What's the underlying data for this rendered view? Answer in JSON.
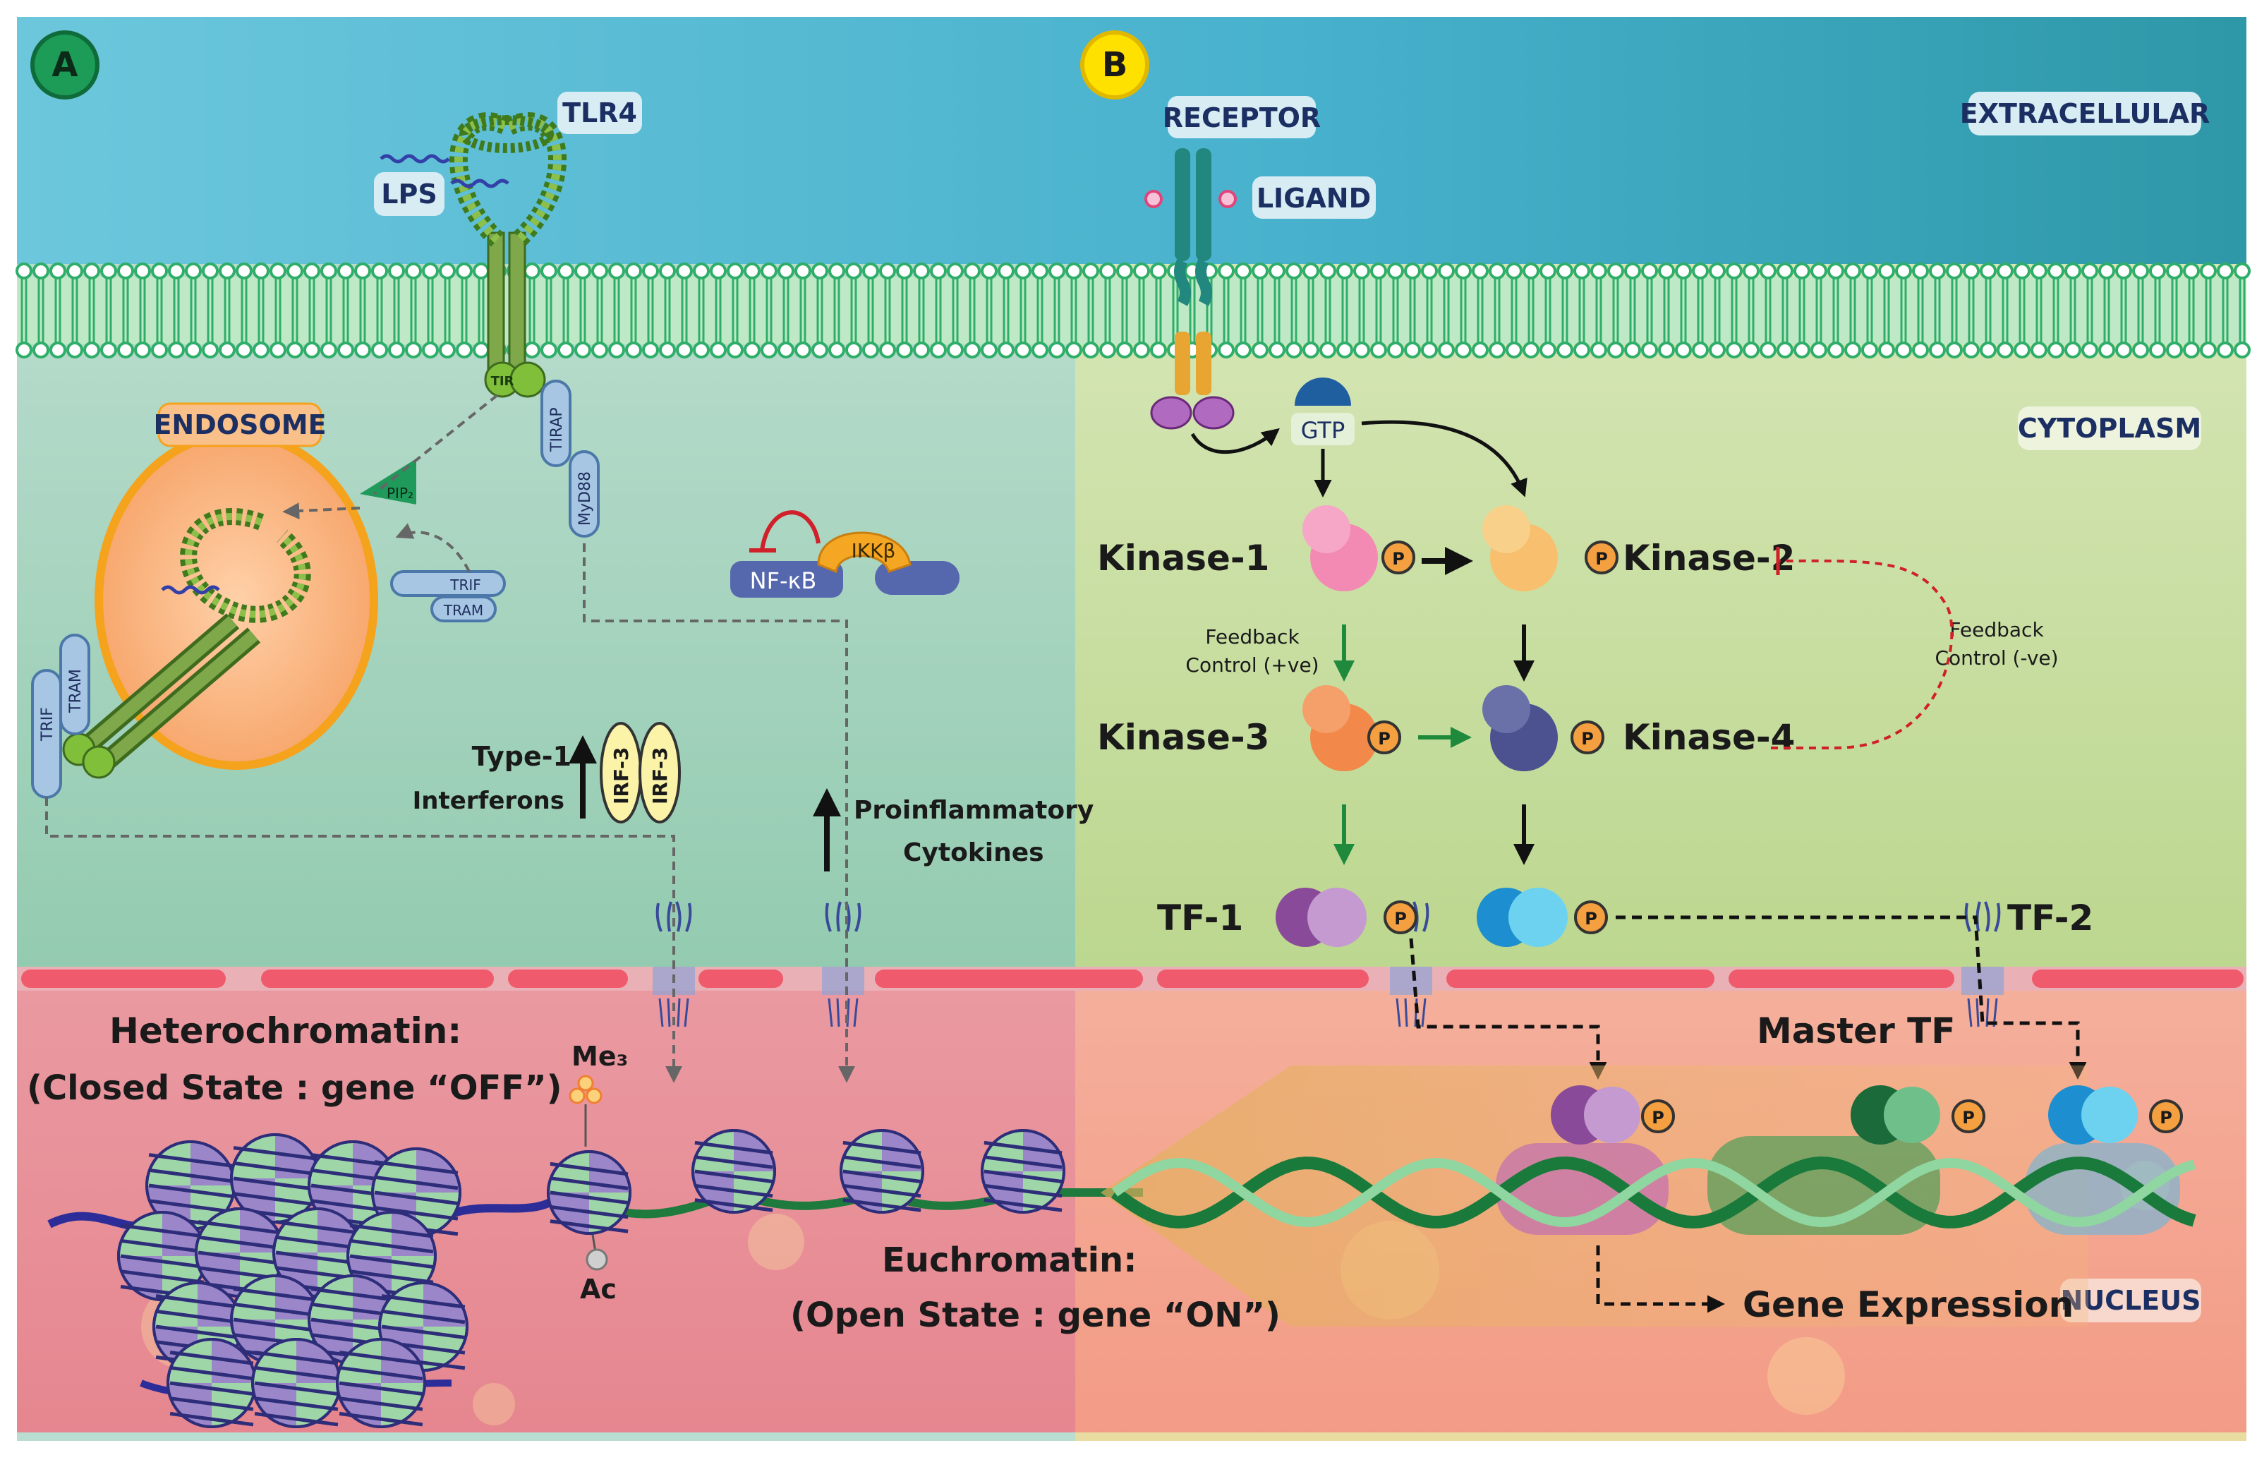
{
  "panels": {
    "a": "A",
    "b": "B"
  },
  "regions": {
    "extracellular": "EXTRACELLULAR",
    "cytoplasm": "CYTOPLASM",
    "nucleus": "NUCLEUS"
  },
  "panel_a": {
    "tlr4": "TLR4",
    "lps": "LPS",
    "endosome": "ENDOSOME",
    "tir": "TIR",
    "tirap": "TIRAP",
    "myd88": "MyD88",
    "pip2": "PIP₂",
    "trif": "TRIF",
    "tram": "TRAM",
    "nfkb": "NF-κB",
    "ikkb": "IKKβ",
    "irf3": "IRF-3",
    "type1_l1": "Type-1",
    "type1_l2": "Interferons",
    "proinf_l1": "Proinflammatory",
    "proinf_l2": "Cytokines",
    "hetero_l1": "Heterochromatin:",
    "hetero_l2": "(Closed State : gene “OFF”)",
    "me3": "Me₃",
    "ac": "Ac"
  },
  "panel_b": {
    "receptor": "RECEPTOR",
    "ligand": "LIGAND",
    "gtp": "GTP",
    "kinase1": "Kinase-1",
    "kinase2": "Kinase-2",
    "kinase3": "Kinase-3",
    "kinase4": "Kinase-4",
    "fb_pos_l1": "Feedback",
    "fb_pos_l2": "Control (+ve)",
    "fb_neg_l1": "Feedback",
    "fb_neg_l2": "Control (-ve)",
    "tf1": "TF-1",
    "tf2": "TF-2",
    "master_tf": "Master TF",
    "p": "P",
    "eu_l1": "Euchromatin:",
    "eu_l2": "(Open State : gene “ON”)",
    "gene_expr": "Gene Expression"
  },
  "colors": {
    "extracellular": "#5bbfd6",
    "cytoplasm_a": "#a9d3b7",
    "cytoplasm_b": "#c9dca0",
    "nucleus_a": "#e88f97",
    "nucleus_b": "#f3a58f",
    "membrane": "#2fae6a",
    "nuclear_envelope": "#ef5b6c",
    "dna_green": "#1f8a4a"
  }
}
